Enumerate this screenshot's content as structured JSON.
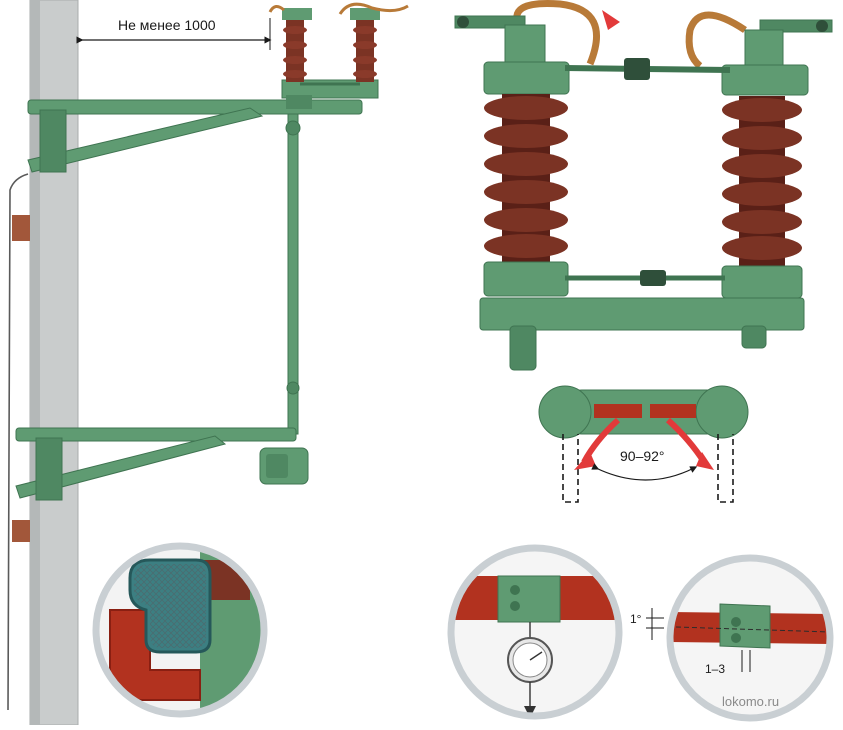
{
  "labels": {
    "distance": "Не менее 1000",
    "angle": "90–92°",
    "tilt": "1°",
    "gap": "1–3",
    "watermark": "lokomo.ru"
  },
  "colors": {
    "pole": "#c9cccc",
    "steel": "#5f9b72",
    "steel_dark": "#3f7451",
    "insulator": "#7b3324",
    "insulator_dark": "#5a2017",
    "copper": "#b87a38",
    "contact": "#b2321f",
    "arrow": "#e23a3a",
    "lens_border": "#c9cfd3"
  }
}
